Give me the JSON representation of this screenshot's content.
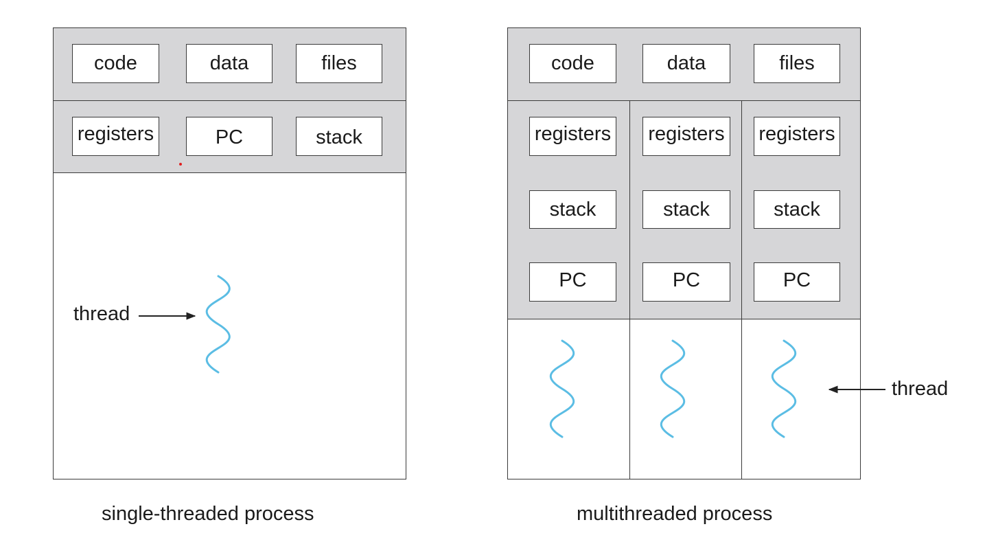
{
  "single": {
    "shared": [
      "code",
      "data",
      "files"
    ],
    "thread_state": [
      "registers",
      "PC",
      "stack"
    ],
    "thread_label": "thread",
    "caption": "single-threaded process"
  },
  "multi": {
    "shared": [
      "code",
      "data",
      "files"
    ],
    "threads": [
      {
        "registers": "registers",
        "stack": "stack",
        "pc": "PC"
      },
      {
        "registers": "registers",
        "stack": "stack",
        "pc": "PC"
      },
      {
        "registers": "registers",
        "stack": "stack",
        "pc": "PC"
      }
    ],
    "thread_label": "thread",
    "caption": "multithreaded process"
  },
  "colors": {
    "panel_gray": "#d6d6d8",
    "outline": "#3a3a3a",
    "thread_wave": "#5bbde4",
    "marker_dot": "#e02020"
  }
}
